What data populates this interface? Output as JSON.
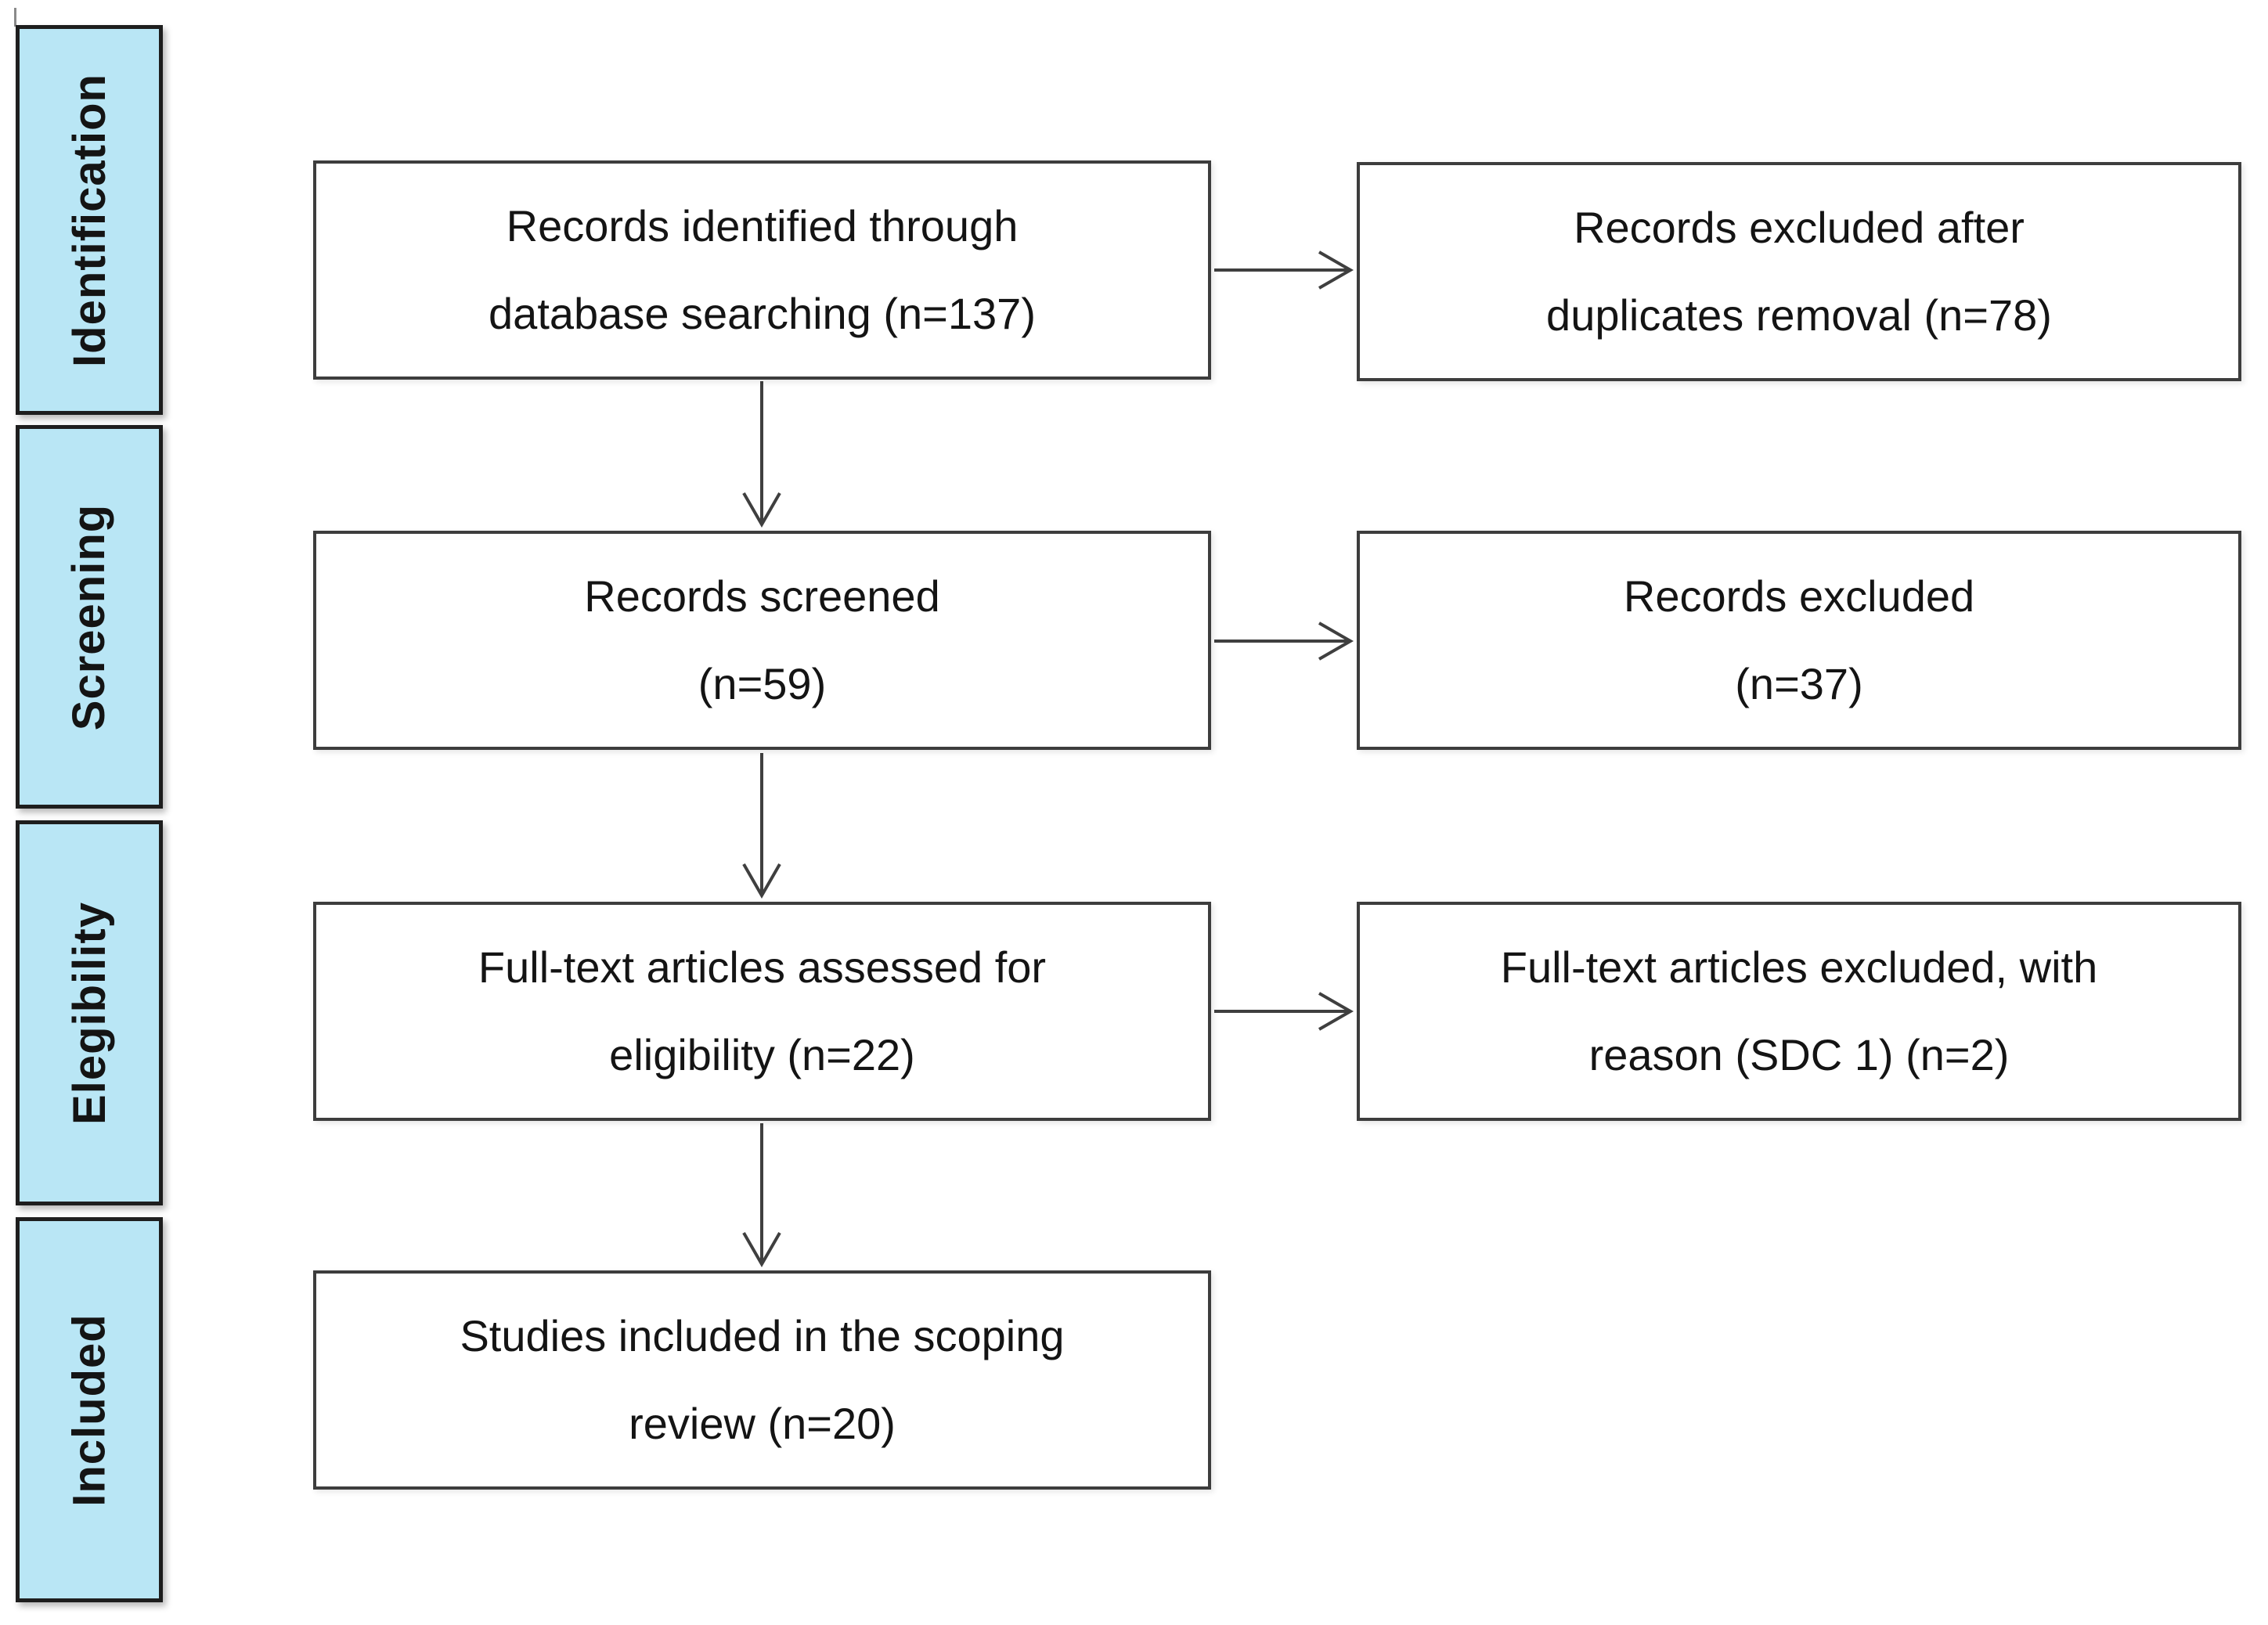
{
  "colors": {
    "page_bg": "#ffffff",
    "stage_fill": "#b9e6f5",
    "stage_border": "#1e1e1e",
    "box_bg": "#ffffff",
    "box_border": "#3d3d3d",
    "arrow": "#3f3f3f",
    "text": "#141414"
  },
  "stages": [
    {
      "label": "Identification"
    },
    {
      "label": "Screening"
    },
    {
      "label": "Elegibility"
    },
    {
      "label": "Included"
    }
  ],
  "flow": {
    "rows": [
      {
        "main": {
          "n": 137,
          "lines": [
            "Records identified through",
            "database searching (n=137)"
          ]
        },
        "side": {
          "n": 78,
          "lines": [
            "Records excluded after",
            "duplicates removal (n=78)"
          ]
        }
      },
      {
        "main": {
          "n": 59,
          "lines": [
            "Records screened",
            "(n=59)"
          ]
        },
        "side": {
          "n": 37,
          "lines": [
            "Records excluded",
            "(n=37)"
          ]
        }
      },
      {
        "main": {
          "n": 22,
          "lines": [
            "Full-text articles assessed for",
            "eligibility (n=22)"
          ]
        },
        "side": {
          "n": 2,
          "lines": [
            "Full-text articles excluded, with",
            "reason (SDC 1) (n=2)"
          ]
        }
      },
      {
        "main": {
          "n": 20,
          "lines": [
            "Studies included in the scoping",
            "review (n=20)"
          ]
        }
      }
    ]
  }
}
